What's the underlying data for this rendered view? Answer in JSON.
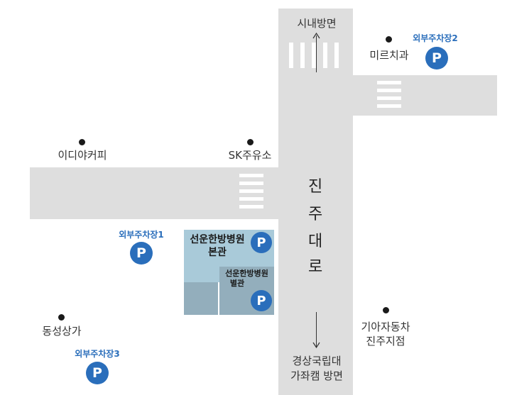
{
  "road_name_chars": [
    "진",
    "주",
    "대",
    "로"
  ],
  "directions": {
    "north": "시내방면",
    "south_line1": "경상국립대",
    "south_line2": "가좌캠 방면"
  },
  "landmarks": {
    "mirechi": "미르치과",
    "idiya": "이디야커피",
    "sk": "SK주유소",
    "dongseong": "동성상가",
    "kia_line1": "기아자동차",
    "kia_line2": "진주지점"
  },
  "hospital": {
    "main_line1": "선운한방병원",
    "main_line2": "본관",
    "annex_line1": "선운한방병원",
    "annex_line2": "별관",
    "main_color": "#a9cad9",
    "annex_color": "#93aebc"
  },
  "parking": {
    "symbol": "P",
    "lot1": "외부주차장1",
    "lot2": "외부주차장2",
    "lot3": "외부주차장3",
    "color": "#2a6ebb"
  },
  "colors": {
    "road": "#dedede"
  }
}
